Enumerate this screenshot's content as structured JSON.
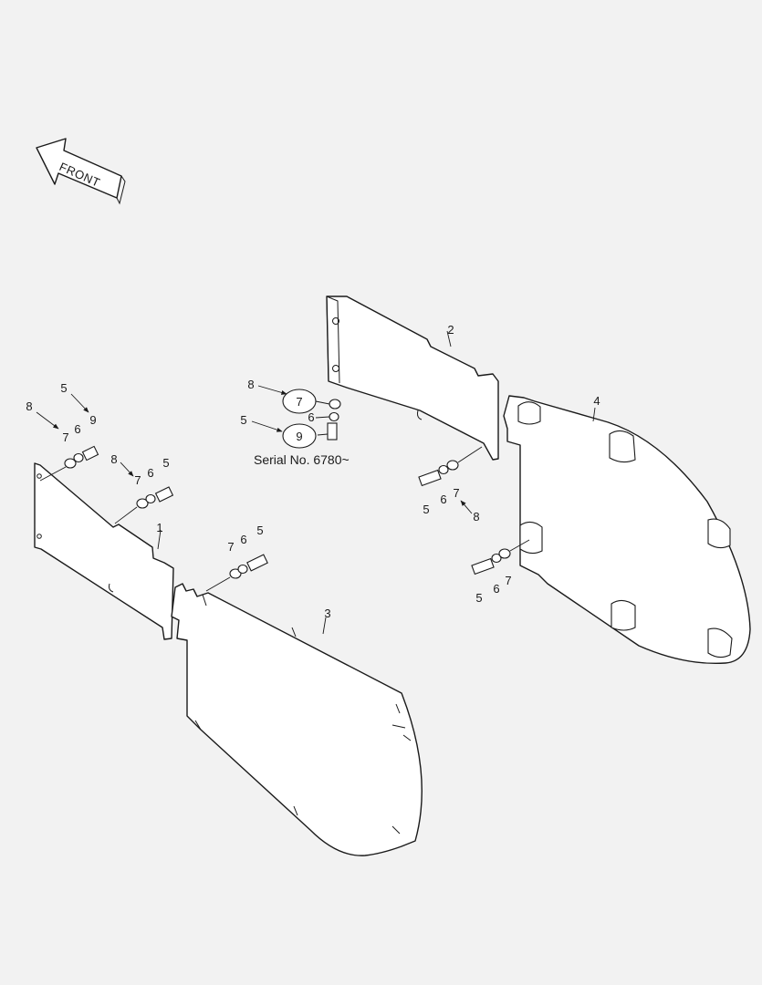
{
  "front_label": "FRONT",
  "serial_note": "Serial No. 6780~",
  "callouts": {
    "c1": "1",
    "c2": "2",
    "c3": "3",
    "c4": "4",
    "ring_a": "7",
    "ring_b": "9",
    "c8_top": "8",
    "c6_top": "6",
    "c5_top": "5",
    "l8": "8",
    "l5": "5",
    "l9": "9",
    "l7": "7",
    "l6": "6",
    "m8": "8",
    "m7": "7",
    "m6": "6",
    "m5": "5",
    "r7": "7",
    "r6": "6",
    "r5": "5",
    "s5": "5",
    "s6": "6",
    "s7": "7",
    "s8": "8",
    "t5": "5",
    "t6": "6",
    "t7": "7"
  },
  "colors": {
    "line": "#1a1a1a",
    "background": "#f2f2f2",
    "part_fill": "#ffffff"
  }
}
